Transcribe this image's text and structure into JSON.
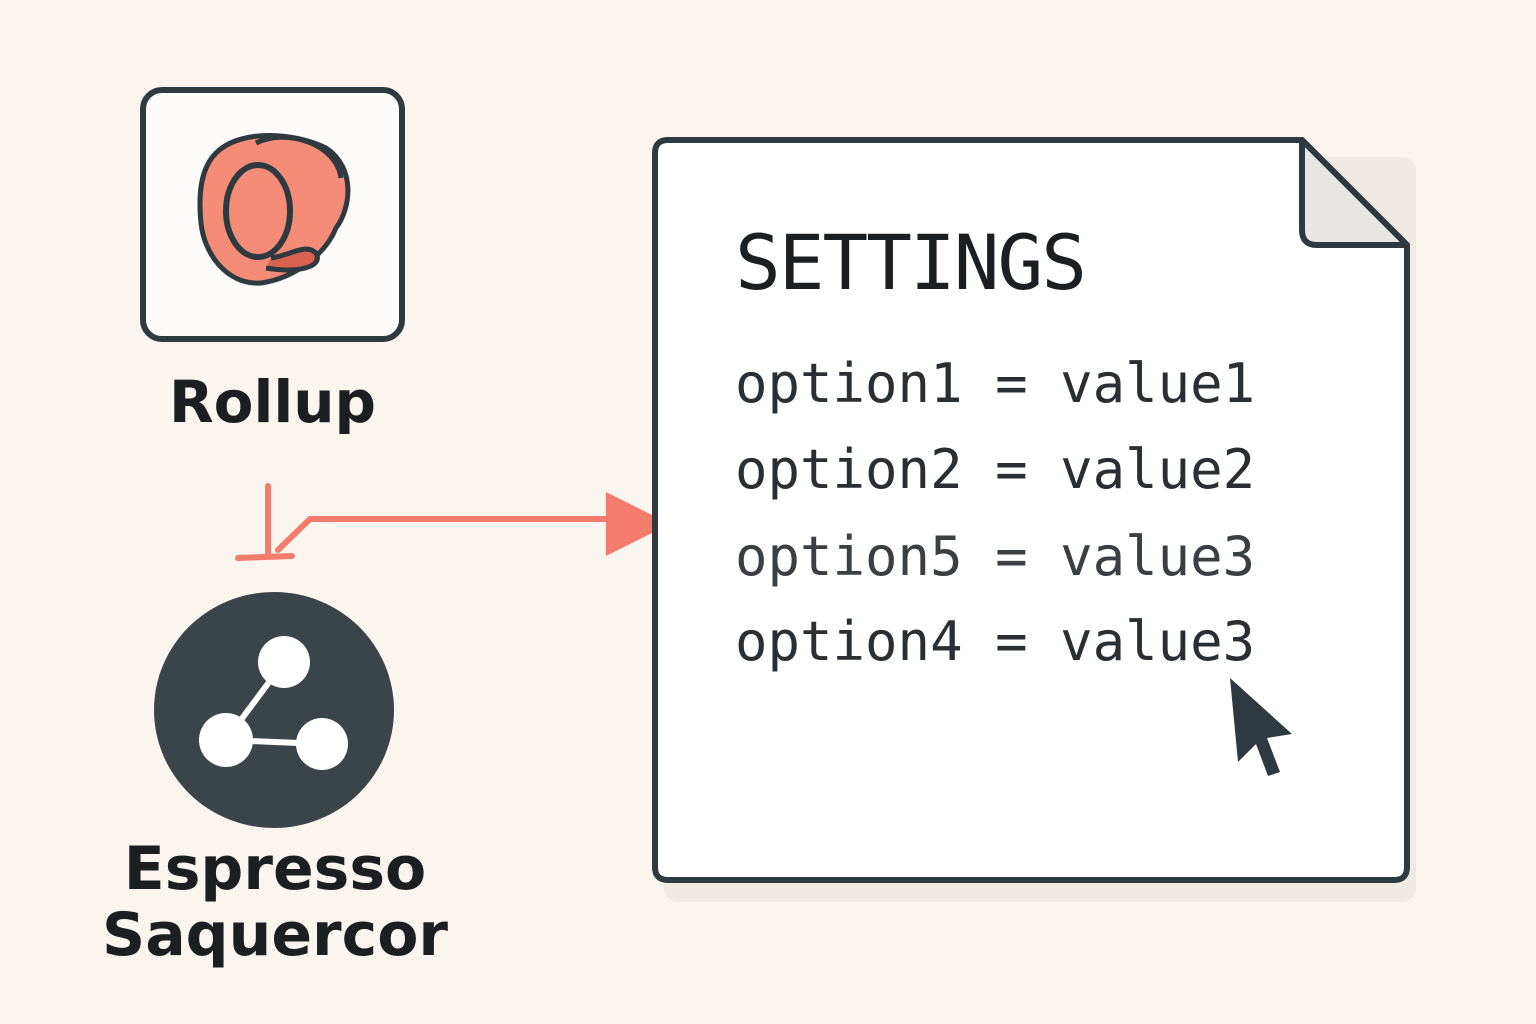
{
  "rollup": {
    "label": "Rollup"
  },
  "sequencer": {
    "label_line1": "Espresso",
    "label_line2": "Saquercor"
  },
  "settings": {
    "title": "SETTINGS",
    "options": [
      {
        "key": "option1",
        "value": "value1"
      },
      {
        "key": "option2",
        "value": "value2"
      },
      {
        "key": "option5",
        "value": "value3"
      },
      {
        "key": "option4",
        "value": "value3"
      }
    ]
  },
  "colors": {
    "accent": "#f47c6c",
    "dark": "#2f3a40",
    "background": "#faf5ee"
  }
}
